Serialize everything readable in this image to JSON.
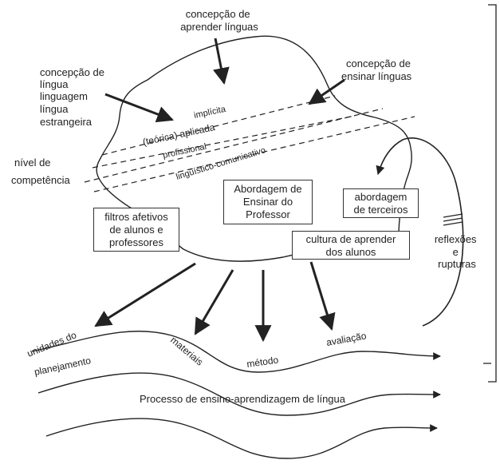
{
  "labels": {
    "concepcao_aprender": [
      "concepção de",
      "aprender línguas"
    ],
    "concepcao_lingua": [
      "concepção de",
      "língua",
      "linguagem",
      "língua",
      "estrangeira"
    ],
    "concepcao_ensinar": [
      "concepção de",
      "ensinar línguas"
    ],
    "nivel_competencia": [
      "nível de",
      "competência"
    ],
    "reflexoes": [
      "reflexões",
      "e",
      "rupturas"
    ],
    "processo": "Processo de ensino-aprendizagem de língua"
  },
  "competence_levels": [
    "implícita",
    "(teórica) aplicada",
    "profissional",
    "lingüístico-comunicativo"
  ],
  "boxes": {
    "abordagem_professor": [
      "Abordagem de",
      "Ensinar do",
      "Professor"
    ],
    "abordagem_terceiros": [
      "abordagem",
      "de terceiros"
    ],
    "filtros": [
      "filtros afetivos",
      "de alunos e",
      "professores"
    ],
    "cultura": [
      "cultura de aprender",
      "dos alunos"
    ]
  },
  "stages": [
    "unidades do",
    "planejamento",
    "materiais",
    "método",
    "avaliação"
  ],
  "colors": {
    "ink": "#222222",
    "background": "#ffffff"
  }
}
